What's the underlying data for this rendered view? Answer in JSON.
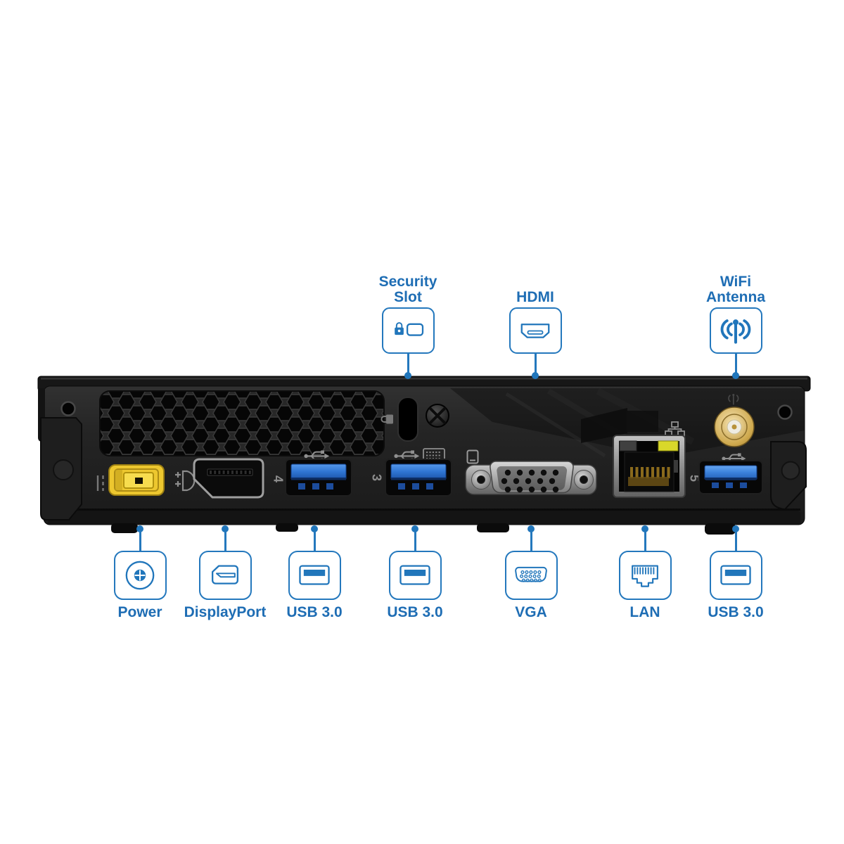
{
  "colors": {
    "accent_blue": "#2176bb",
    "label_text": "#1e6db4",
    "usb_port_blue": "#3579d8",
    "power_connector_yellow": "#edc72f",
    "antenna_gold": "#c9a24b",
    "lan_led_yellow": "#d9d82a",
    "device_body": "#232323"
  },
  "top_callouts": [
    {
      "id": "security-slot",
      "label": "Security Slot",
      "icon": "security-slot-icon"
    },
    {
      "id": "hdmi",
      "label": "HDMI",
      "icon": "hdmi-icon"
    },
    {
      "id": "wifi-antenna",
      "label": "WiFi Antenna",
      "icon": "wifi-antenna-icon"
    }
  ],
  "bottom_callouts": [
    {
      "id": "power",
      "label": "Power",
      "icon": "power-icon"
    },
    {
      "id": "displayport",
      "label": "DisplayPort",
      "icon": "displayport-icon"
    },
    {
      "id": "usb3-1",
      "label": "USB 3.0",
      "icon": "usb-icon"
    },
    {
      "id": "usb3-2",
      "label": "USB 3.0",
      "icon": "usb-icon"
    },
    {
      "id": "vga",
      "label": "VGA",
      "icon": "vga-icon"
    },
    {
      "id": "lan",
      "label": "LAN",
      "icon": "lan-icon"
    },
    {
      "id": "usb3-3",
      "label": "USB 3.0",
      "icon": "usb-icon"
    }
  ],
  "device": {
    "port_numbers": {
      "usb_top_left": "4",
      "usb_top_middle": "3",
      "usb_right": "5"
    }
  }
}
